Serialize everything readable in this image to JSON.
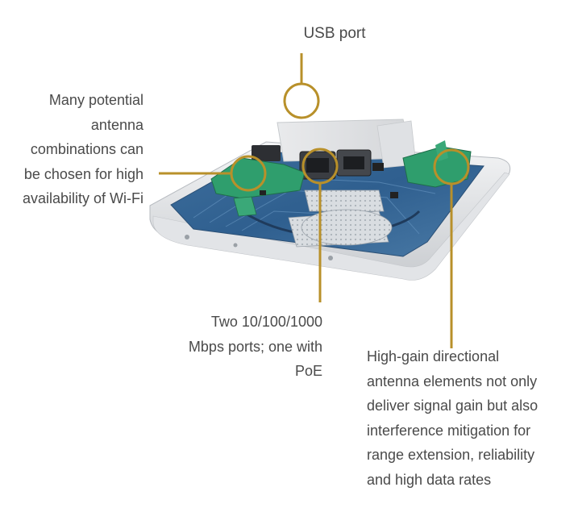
{
  "accent_color": "#b8902a",
  "callouts": {
    "usb": {
      "text": "USB port"
    },
    "antenna": {
      "lines": [
        "Many potential",
        "antenna",
        "combinations can",
        "be chosen for high",
        "availability of Wi-Fi"
      ]
    },
    "ports": {
      "lines": [
        "Two 10/100/1000",
        "Mbps ports; one with",
        "PoE"
      ]
    },
    "highgain": {
      "lines": [
        "High-gain directional",
        "antenna elements not only",
        "deliver signal gain but also",
        "interference mitigation for",
        "range extension, reliability",
        "and high data rates"
      ]
    }
  }
}
